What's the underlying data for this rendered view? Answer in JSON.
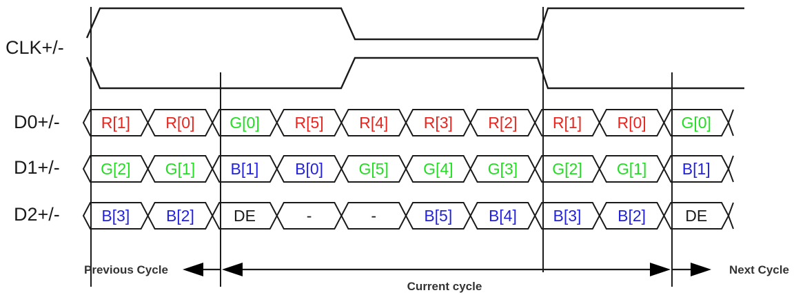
{
  "colors": {
    "red": "#e8251e",
    "green": "#22dd22",
    "blue": "#2222dd",
    "black": "#1a1a1a"
  },
  "labels": {
    "clk": "CLK+/-",
    "d0": "D0+/-",
    "d1": "D1+/-",
    "d2": "D2+/-"
  },
  "lanes": [
    {
      "name": "d0",
      "cells": [
        {
          "text": "R[1]",
          "color": "red"
        },
        {
          "text": "R[0]",
          "color": "red"
        },
        {
          "text": "G[0]",
          "color": "green"
        },
        {
          "text": "R[5]",
          "color": "red"
        },
        {
          "text": "R[4]",
          "color": "red"
        },
        {
          "text": "R[3]",
          "color": "red"
        },
        {
          "text": "R[2]",
          "color": "red"
        },
        {
          "text": "R[1]",
          "color": "red"
        },
        {
          "text": "R[0]",
          "color": "red"
        },
        {
          "text": "G[0]",
          "color": "green"
        }
      ]
    },
    {
      "name": "d1",
      "cells": [
        {
          "text": "G[2]",
          "color": "green"
        },
        {
          "text": "G[1]",
          "color": "green"
        },
        {
          "text": "B[1]",
          "color": "blue"
        },
        {
          "text": "B[0]",
          "color": "blue"
        },
        {
          "text": "G[5]",
          "color": "green"
        },
        {
          "text": "G[4]",
          "color": "green"
        },
        {
          "text": "G[3]",
          "color": "green"
        },
        {
          "text": "G[2]",
          "color": "green"
        },
        {
          "text": "G[1]",
          "color": "green"
        },
        {
          "text": "B[1]",
          "color": "blue"
        }
      ]
    },
    {
      "name": "d2",
      "cells": [
        {
          "text": "B[3]",
          "color": "blue"
        },
        {
          "text": "B[2]",
          "color": "blue"
        },
        {
          "text": "DE",
          "color": "black"
        },
        {
          "text": "-",
          "color": "black"
        },
        {
          "text": "-",
          "color": "black"
        },
        {
          "text": "B[5]",
          "color": "blue"
        },
        {
          "text": "B[4]",
          "color": "blue"
        },
        {
          "text": "B[3]",
          "color": "blue"
        },
        {
          "text": "B[2]",
          "color": "blue"
        },
        {
          "text": "DE",
          "color": "black"
        }
      ]
    }
  ],
  "captions": {
    "previous": "Previous Cycle",
    "current": "Current cycle",
    "next": "Next Cycle"
  }
}
